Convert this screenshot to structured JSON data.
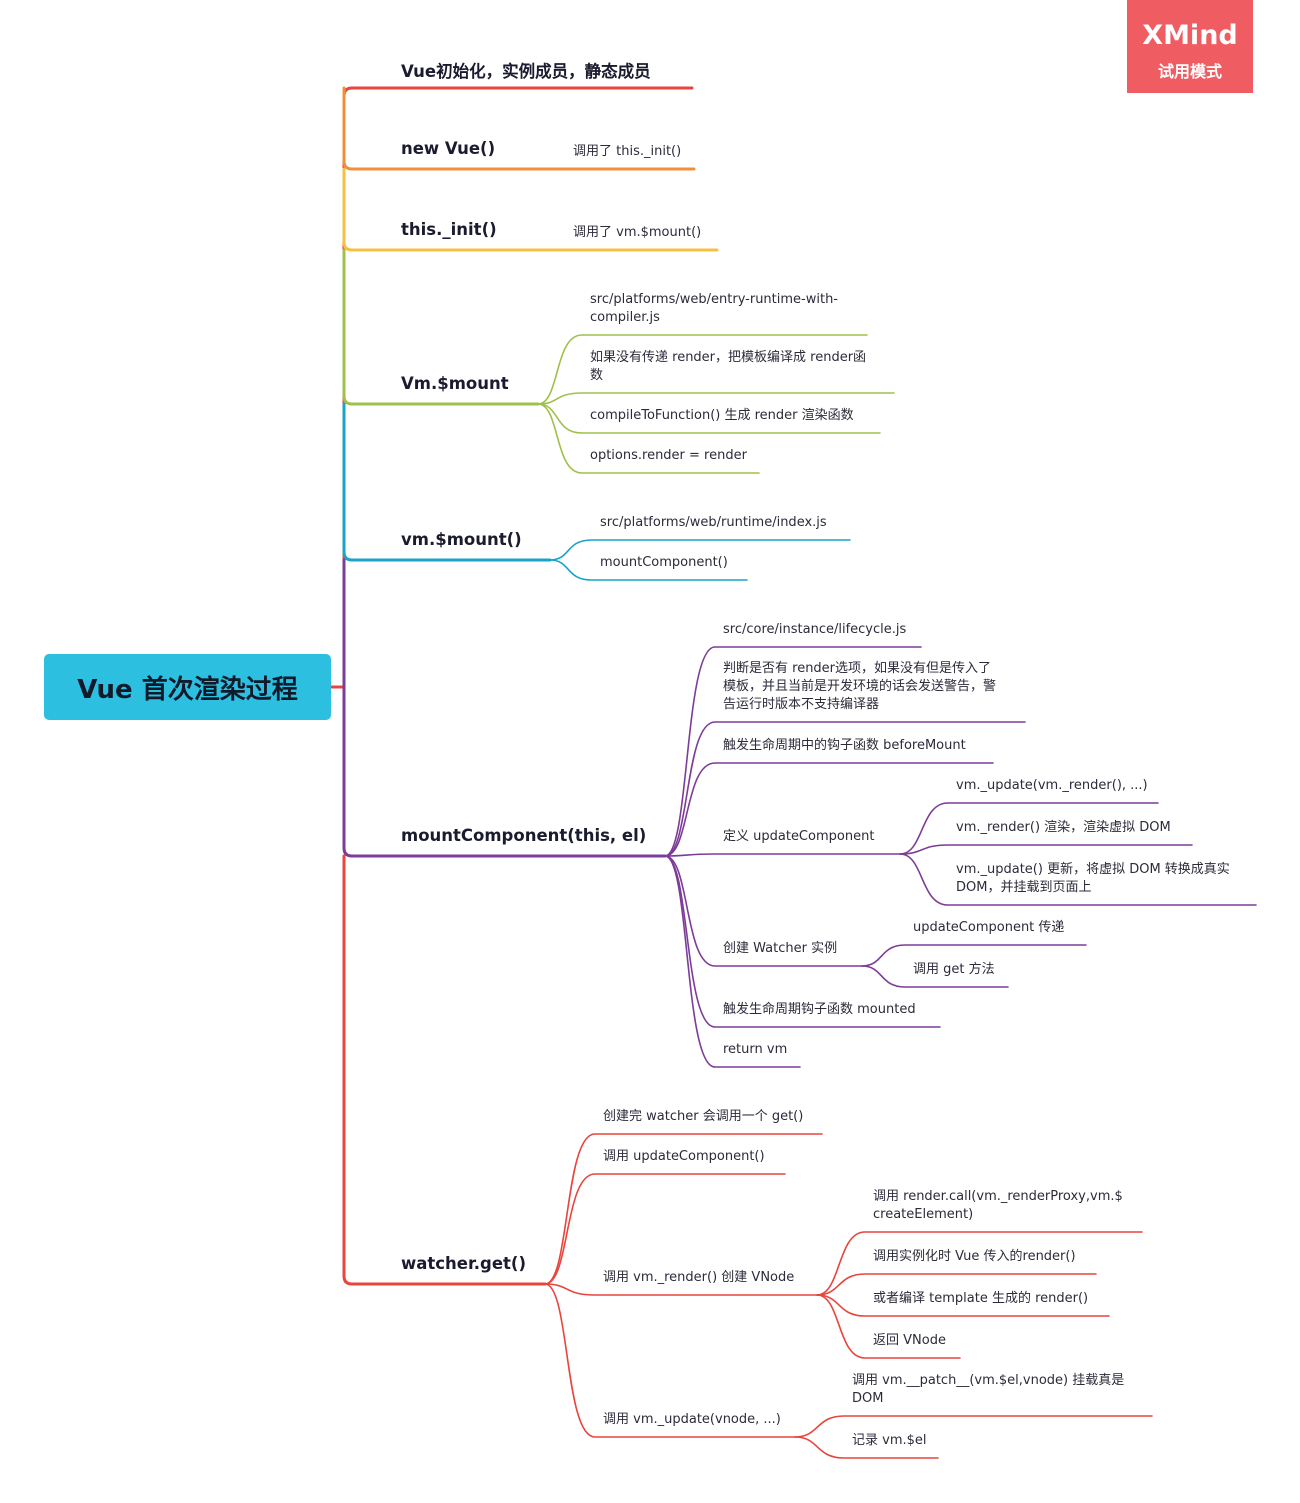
{
  "root": {
    "label": "Vue 首次渲染过程",
    "color": "#2cbfe0"
  },
  "watermark": {
    "brand": "XMind",
    "mode": "试用模式",
    "color": "#ef5d63"
  },
  "branches": [
    {
      "id": "b1",
      "label": "Vue初始化，实例成员，静态成员",
      "color": "#e8453c",
      "children": []
    },
    {
      "id": "b2",
      "label": "new Vue()",
      "color": "#f0903a",
      "children": [
        {
          "id": "b2c1",
          "lines": [
            "调用了 this._init()"
          ],
          "children": []
        }
      ]
    },
    {
      "id": "b3",
      "label": "this._init()",
      "color": "#f5c141",
      "children": [
        {
          "id": "b3c1",
          "lines": [
            "调用了 vm.$mount()"
          ],
          "children": []
        }
      ]
    },
    {
      "id": "b4",
      "label": "Vm.$mount",
      "color": "#9fc04b",
      "children": [
        {
          "id": "b4c1",
          "lines": [
            "src/platforms/web/entry-runtime-with-",
            "compiler.js"
          ],
          "children": []
        },
        {
          "id": "b4c2",
          "lines": [
            "如果没有传递 render，把模板编译成 render函",
            "数"
          ],
          "children": []
        },
        {
          "id": "b4c3",
          "lines": [
            "compileToFunction() 生成 render 渲染函数"
          ],
          "children": []
        },
        {
          "id": "b4c4",
          "lines": [
            "options.render = render"
          ],
          "children": []
        }
      ]
    },
    {
      "id": "b5",
      "label": "vm.$mount()",
      "color": "#1aa3c8",
      "children": [
        {
          "id": "b5c1",
          "lines": [
            "src/platforms/web/runtime/index.js"
          ],
          "children": []
        },
        {
          "id": "b5c2",
          "lines": [
            "mountComponent()"
          ],
          "children": []
        }
      ]
    },
    {
      "id": "b6",
      "label": "mountComponent(this, el)",
      "color": "#7d3c98",
      "children": [
        {
          "id": "b6c1",
          "lines": [
            "src/core/instance/lifecycle.js"
          ],
          "children": []
        },
        {
          "id": "b6c2",
          "lines": [
            "判断是否有 render选项，如果没有但是传入了",
            "模板，并且当前是开发环境的话会发送警告，警",
            "告运行时版本不支持编译器"
          ],
          "children": []
        },
        {
          "id": "b6c3",
          "lines": [
            "触发生命周期中的钩子函数 beforeMount"
          ],
          "children": []
        },
        {
          "id": "b6c4",
          "lines": [
            "定义 updateComponent"
          ],
          "children": [
            {
              "id": "b6c4a",
              "lines": [
                "vm._update(vm._render(), ...)"
              ]
            },
            {
              "id": "b6c4b",
              "lines": [
                "vm._render() 渲染，渲染虚拟 DOM"
              ]
            },
            {
              "id": "b6c4c",
              "lines": [
                "vm._update() 更新，将虚拟 DOM 转换成真实",
                "DOM，并挂载到页面上"
              ]
            }
          ]
        },
        {
          "id": "b6c5",
          "lines": [
            "创建 Watcher 实例"
          ],
          "children": [
            {
              "id": "b6c5a",
              "lines": [
                "updateComponent 传递"
              ]
            },
            {
              "id": "b6c5b",
              "lines": [
                "调用 get 方法"
              ]
            }
          ]
        },
        {
          "id": "b6c6",
          "lines": [
            "触发生命周期钩子函数 mounted"
          ],
          "children": []
        },
        {
          "id": "b6c7",
          "lines": [
            "return vm"
          ],
          "children": []
        }
      ]
    },
    {
      "id": "b7",
      "label": "watcher.get()",
      "color": "#e8453c",
      "children": [
        {
          "id": "b7c1",
          "lines": [
            "创建完 watcher 会调用一个 get()"
          ],
          "children": []
        },
        {
          "id": "b7c2",
          "lines": [
            "调用 updateComponent()"
          ],
          "children": []
        },
        {
          "id": "b7c3",
          "lines": [
            "调用 vm._render() 创建 VNode"
          ],
          "children": [
            {
              "id": "b7c3a",
              "lines": [
                "调用 render.call(vm._renderProxy,vm.$",
                "createElement)"
              ]
            },
            {
              "id": "b7c3b",
              "lines": [
                "调用实例化时 Vue 传入的render()"
              ]
            },
            {
              "id": "b7c3c",
              "lines": [
                "或者编译 template 生成的 render()"
              ]
            },
            {
              "id": "b7c3d",
              "lines": [
                "返回 VNode"
              ]
            }
          ]
        },
        {
          "id": "b7c4",
          "lines": [
            "调用 vm._update(vnode, ...)"
          ],
          "children": [
            {
              "id": "b7c4a",
              "lines": [
                "调用 vm.__patch__(vm.$el,vnode) 挂载真是",
                "DOM"
              ]
            },
            {
              "id": "b7c4b",
              "lines": [
                "记录 vm.$el"
              ]
            }
          ]
        }
      ]
    }
  ]
}
